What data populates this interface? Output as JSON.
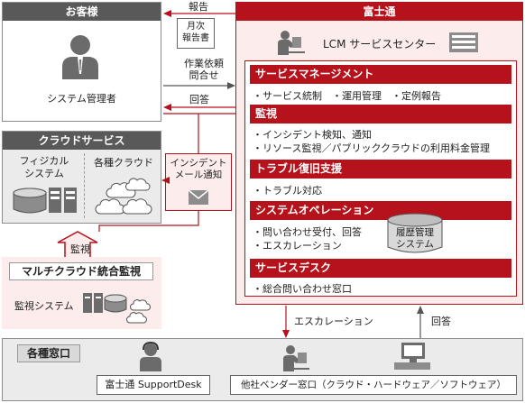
{
  "customer": {
    "title": "お客様",
    "admin_label": "システム管理者"
  },
  "cloud": {
    "title": "クラウドサービス",
    "physical_label": "フィジカル\nシステム",
    "various_label": "各種クラウド"
  },
  "multicloud": {
    "monitor_arrow_label": "監視",
    "title": "マルチクラウド統合監視",
    "system_label": "監視システム"
  },
  "fujitsu": {
    "title": "富士通",
    "center_label": "LCM サービスセンター"
  },
  "flows": {
    "report": "報告",
    "monthly_report": "月次\n報告書",
    "work_request": "作業依頼\n問合せ",
    "answer": "回答",
    "incident_mail": "インシデント\nメール通知",
    "escalation": "エスカレーション",
    "answer_bottom": "回答"
  },
  "services": [
    {
      "title": "サービスマネージメント",
      "items": [
        "・サービス統制　・運用管理　・定例報告"
      ]
    },
    {
      "title": "監視",
      "items": [
        "・インシデント検知、通知",
        "・リソース監視／パブリッククラウドの利用料金管理"
      ]
    },
    {
      "title": "トラブル復旧支援",
      "items": [
        "・トラブル対応"
      ]
    },
    {
      "title": "システムオペレーション",
      "items": [
        "・問い合わせ受付、回答",
        "・エスカレーション"
      ],
      "db_label": "履歴管理\nシステム"
    },
    {
      "title": "サービスデスク",
      "items": [
        "・総合問い合わせ窓口"
      ]
    }
  ],
  "windows": {
    "title": "各種窓口",
    "support_desk": "富士通 SupportDesk",
    "vendor": "他社ベンダー窓口（クラウド・ハードウェア／ソフトウェア）"
  },
  "colors": {
    "fujitsu_red": "#b5121b",
    "header_grey": "#595959",
    "panel_grey": "#ebebeb",
    "panel_pink": "#fdecec"
  }
}
